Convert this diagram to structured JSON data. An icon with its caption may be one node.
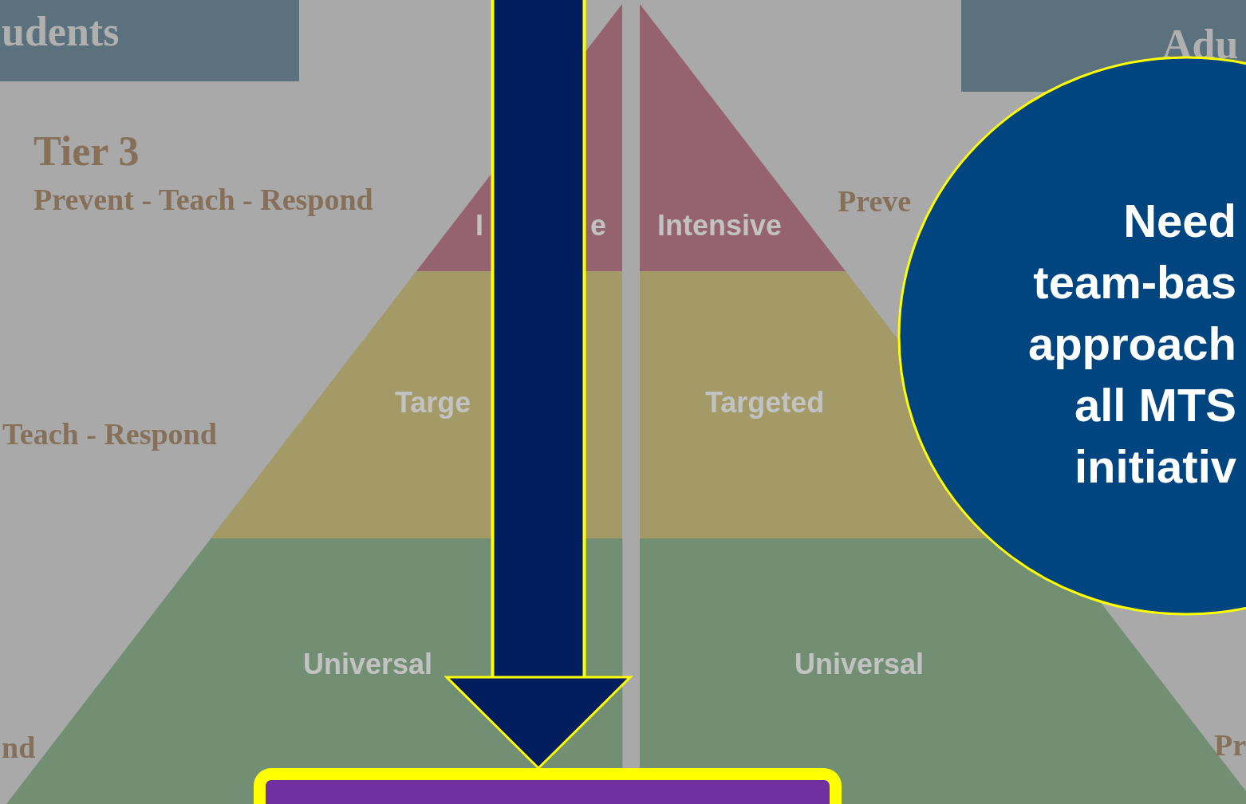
{
  "diagram": {
    "nodes": [
      {
        "text": [
          "udents"
        ]
      },
      {
        "text": [
          "Adu"
        ]
      },
      {
        "text": [
          "I",
          "e"
        ]
      },
      {
        "text": [
          "Targe"
        ]
      },
      {
        "text": [
          "Universal"
        ]
      },
      {
        "text": [
          "Intensive"
        ]
      },
      {
        "text": [
          "Targeted"
        ]
      },
      {
        "text": [
          "Universal"
        ]
      },
      {
        "text": [
          "Need team-bas approach all MTS initiativ"
        ]
      },
      {
        "text": [],
        "shape": "box"
      }
    ],
    "edges": [
      {
        "from": null,
        "to": 9,
        "arrow": "to"
      }
    ],
    "labels": [
      "Tier 3",
      "Prevent - Teach - Respond",
      "Preve",
      "Teach - Respond",
      "nd",
      "Pr"
    ]
  }
}
